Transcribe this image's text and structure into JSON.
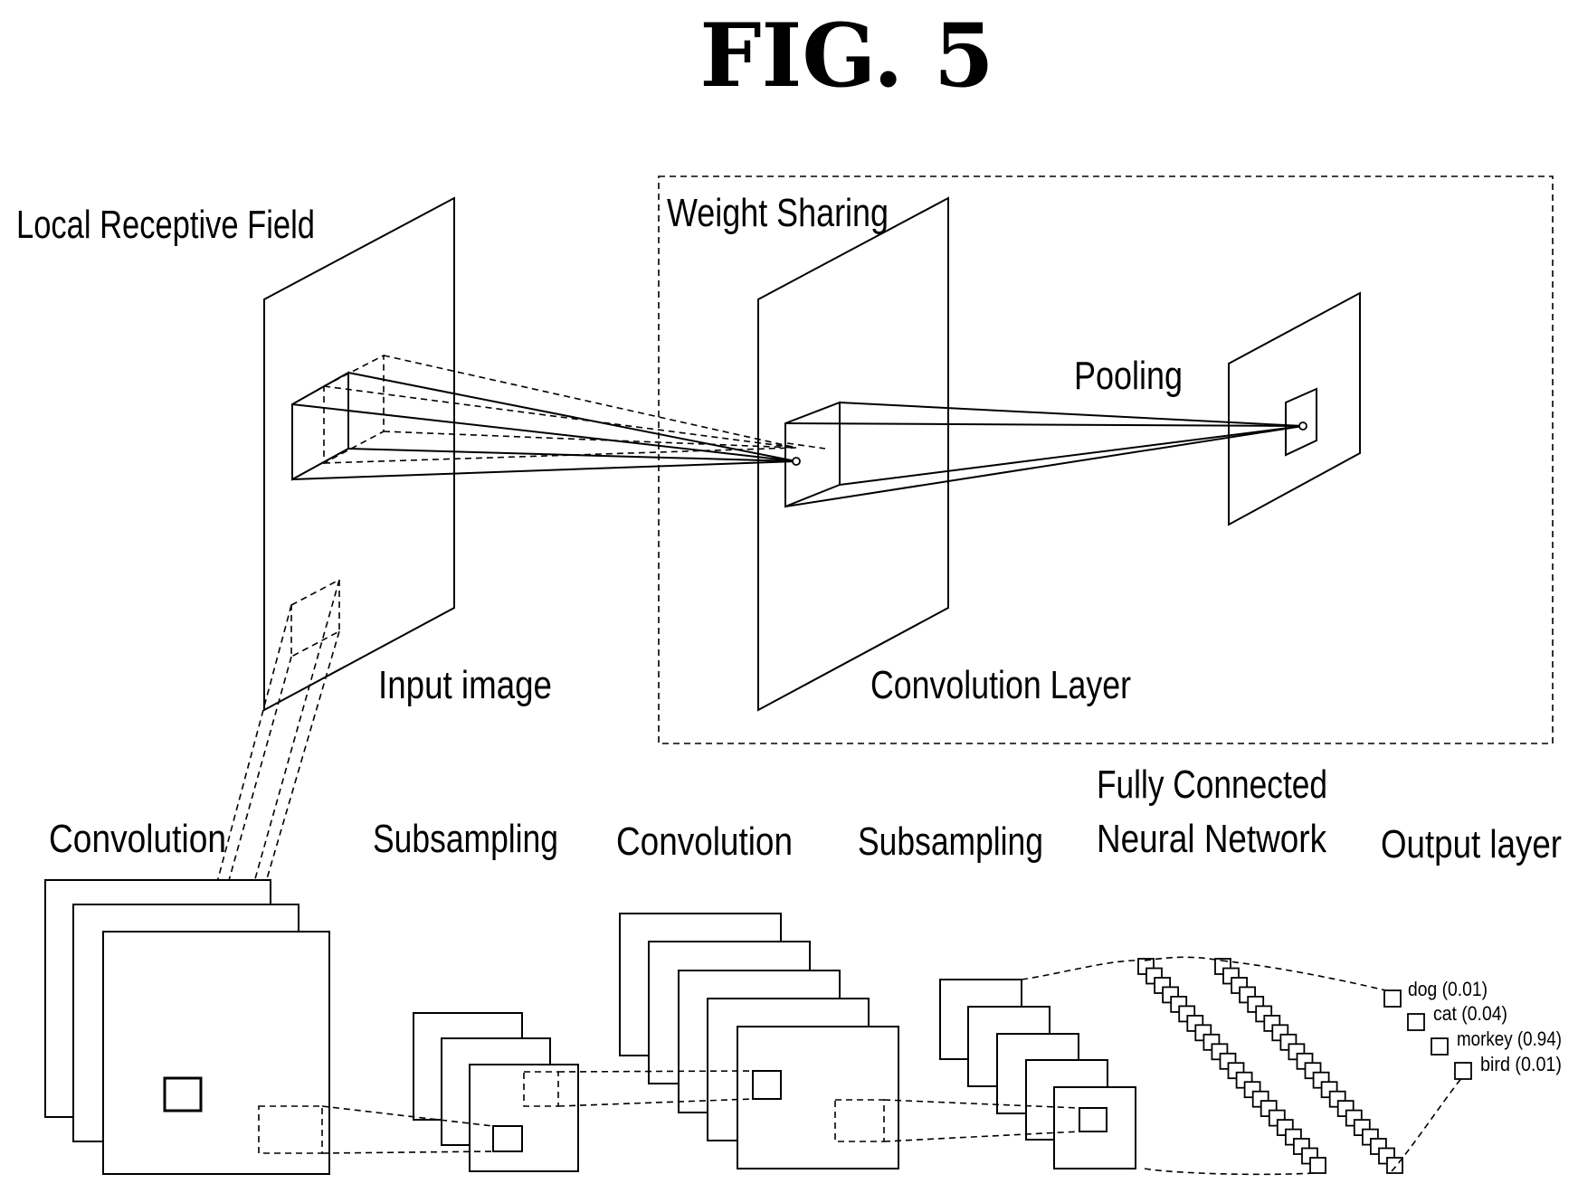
{
  "figure": {
    "title": "FIG. 5"
  },
  "labels": {
    "local_receptive_field": "Local Receptive Field",
    "weight_sharing": "Weight Sharing",
    "pooling": "Pooling",
    "input_image": "Input image",
    "convolution_layer": "Convolution Layer"
  },
  "pipeline": {
    "stages": [
      "Convolution",
      "Subsampling",
      "Convolution",
      "Subsampling",
      "Fully Connected",
      "Neural Network",
      "Output layer"
    ]
  },
  "outputs": [
    {
      "label": "dog (0.01)",
      "class": "dog",
      "probability": 0.01
    },
    {
      "label": "cat (0.04)",
      "class": "cat",
      "probability": 0.04
    },
    {
      "label": "morkey (0.94)",
      "class": "morkey",
      "probability": 0.94
    },
    {
      "label": "bird (0.01)",
      "class": "bird",
      "probability": 0.01
    }
  ]
}
